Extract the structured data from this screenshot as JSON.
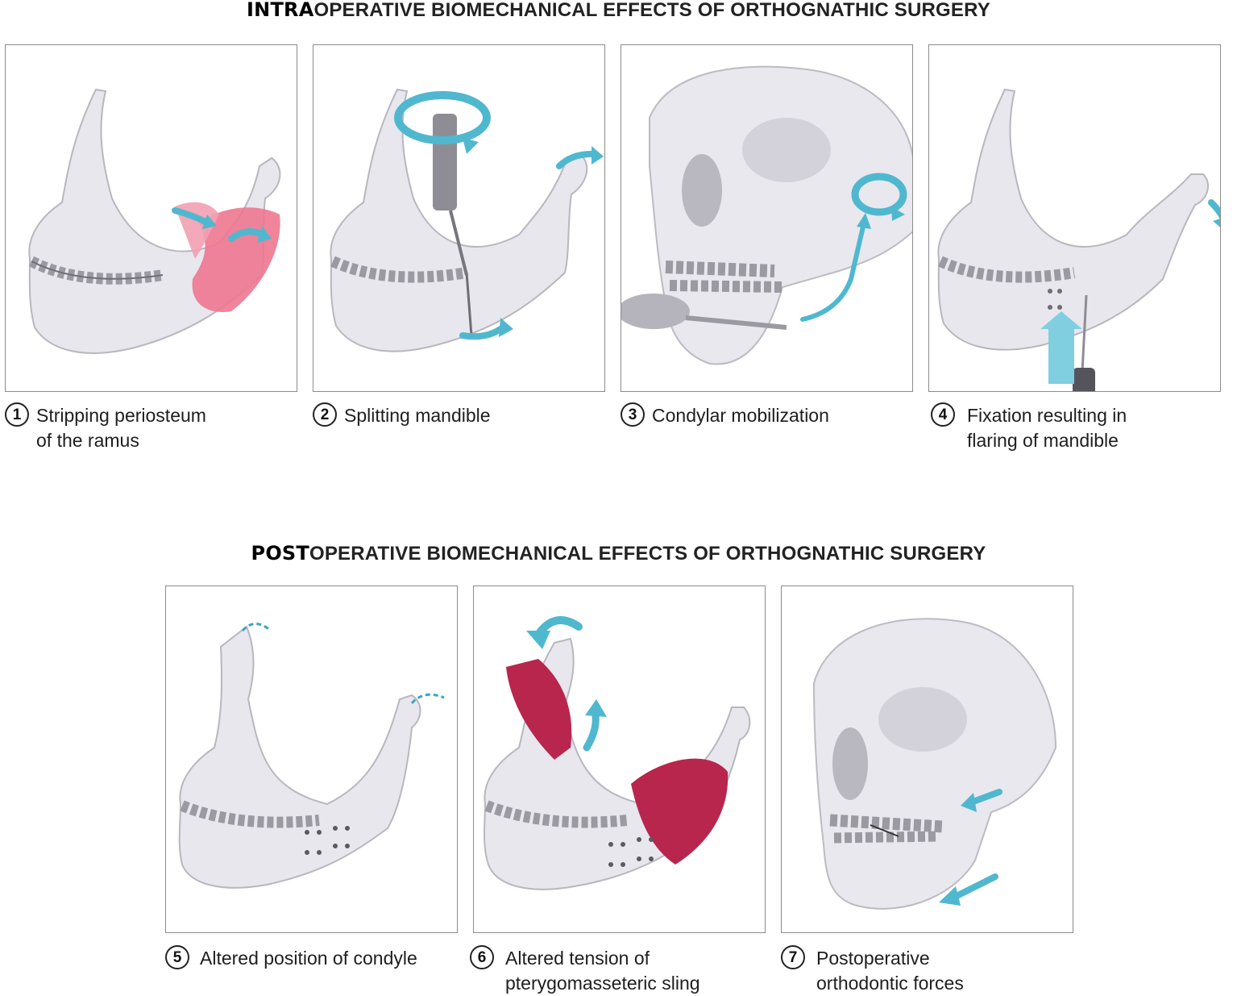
{
  "sections": {
    "intra": {
      "lead": "INTRA",
      "rest": "OPERATIVE BIOMECHANICAL EFFECTS OF ORTHOGNATHIC SURGERY"
    },
    "post": {
      "lead": "POST",
      "rest": "OPERATIVE BIOMECHANICAL EFFECTS OF ORTHOGNATHIC SURGERY"
    }
  },
  "steps": [
    {
      "number": "1",
      "line1": "Stripping periosteum",
      "line2": "of the ramus",
      "illustration": "mandible-periosteum"
    },
    {
      "number": "2",
      "line1": "Splitting mandible",
      "line2": "",
      "illustration": "mandible-split-osteotome"
    },
    {
      "number": "3",
      "line1": "Condylar mobilization",
      "line2": "",
      "illustration": "skull-condyle-lever"
    },
    {
      "number": "4",
      "line1": "Fixation resulting in",
      "line2": "flaring of mandible",
      "illustration": "mandible-fixation-screw"
    },
    {
      "number": "5",
      "line1": "Altered position of condyle",
      "line2": "",
      "illustration": "mandible-plates-condyle"
    },
    {
      "number": "6",
      "line1": "Altered tension of",
      "line2": "pterygomasseteric sling",
      "illustration": "mandible-muscle-sling"
    },
    {
      "number": "7",
      "line1": "Postoperative",
      "line2": "orthodontic forces",
      "illustration": "skull-elastics"
    }
  ],
  "colors": {
    "bone": "#e9e8ee",
    "arrow": "#4fb8cf",
    "periosteum": "#ee7790",
    "muscle": "#b8264d",
    "instrument": "#a9a8b0"
  }
}
